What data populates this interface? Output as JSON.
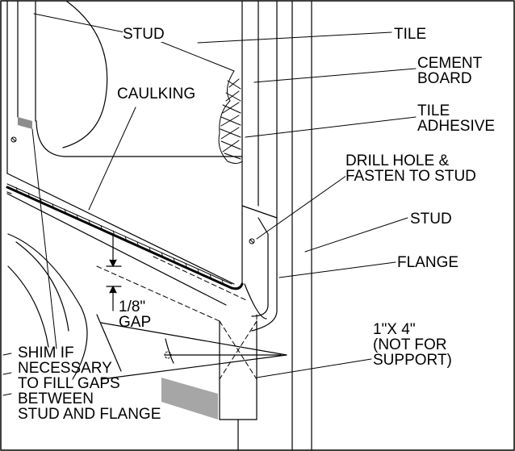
{
  "diagram": {
    "labels": {
      "stud_top": "STUD",
      "tile": "TILE",
      "cement_board": [
        "CEMENT",
        "BOARD"
      ],
      "caulking": "CAULKING",
      "tile_adhesive": [
        "TILE",
        "ADHESIVE"
      ],
      "drill_hole": [
        "DRILL HOLE &",
        "FASTEN TO STUD"
      ],
      "stud_right": "STUD",
      "flange": "FLANGE",
      "gap": [
        "1/8\"",
        "GAP"
      ],
      "board": [
        "1\"X 4\"",
        "(NOT FOR",
        "SUPPORT)"
      ],
      "shim": [
        "SHIM IF",
        "NECESSARY",
        "TO FILL GAPS",
        "BETWEEN",
        "STUD AND FLANGE"
      ]
    },
    "colors": {
      "line": "#000000",
      "background": "#ffffff",
      "shim_fill": "#a6a6a6",
      "shim_tab": "#8c8c8c"
    }
  }
}
